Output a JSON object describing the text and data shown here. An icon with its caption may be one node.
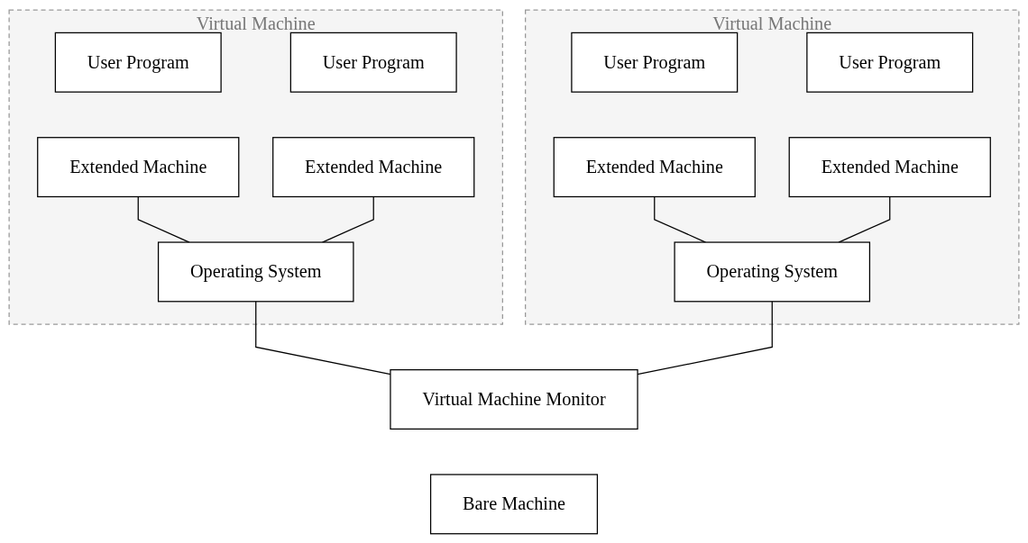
{
  "diagram": {
    "nodes": [
      {
        "text": [
          "Virtual Machine"
        ]
      },
      {
        "text": [
          "User Program"
        ],
        "in": 0
      },
      {
        "text": [
          "User Program"
        ],
        "in": 0
      },
      {
        "text": [
          "Extended Machine"
        ],
        "in": 0
      },
      {
        "text": [
          "Extended Machine"
        ],
        "in": 0
      },
      {
        "text": [
          "Operating System"
        ],
        "in": 0
      },
      {
        "text": [
          "Virtual Machine"
        ]
      },
      {
        "text": [
          "User Program"
        ],
        "in": 6
      },
      {
        "text": [
          "User Program"
        ],
        "in": 6
      },
      {
        "text": [
          "Extended Machine"
        ],
        "in": 6
      },
      {
        "text": [
          "Extended Machine"
        ],
        "in": 6
      },
      {
        "text": [
          "Operating System"
        ],
        "in": 6
      },
      {
        "text": [
          "Virtual Machine Monitor"
        ]
      },
      {
        "text": [
          "Bare Machine"
        ]
      }
    ],
    "edges": [
      {
        "from": 3,
        "to": 5,
        "arrow": "none"
      },
      {
        "from": 4,
        "to": 5,
        "arrow": "none"
      },
      {
        "from": 9,
        "to": 11,
        "arrow": "none"
      },
      {
        "from": 10,
        "to": 11,
        "arrow": "none"
      },
      {
        "from": 5,
        "to": 12,
        "arrow": "none"
      },
      {
        "from": 11,
        "to": 12,
        "arrow": "none"
      }
    ]
  }
}
